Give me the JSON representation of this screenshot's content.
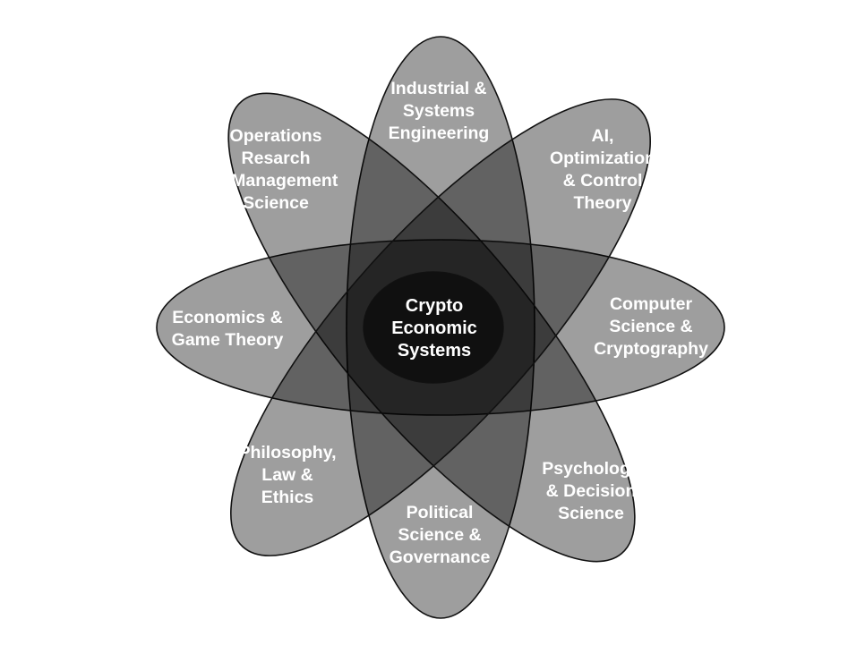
{
  "center": {
    "lines": [
      "Crypto",
      "Economic",
      "Systems"
    ]
  },
  "petals": [
    {
      "id": "industrial",
      "lines": [
        "Industrial &",
        "Systems",
        "Engineering"
      ]
    },
    {
      "id": "ai",
      "lines": [
        "AI,",
        "Optimization",
        "& Control",
        "Theory"
      ]
    },
    {
      "id": "computer-science",
      "lines": [
        "Computer",
        "Science &",
        "Cryptography"
      ]
    },
    {
      "id": "psychology",
      "lines": [
        "Psychology",
        "& Decision",
        "Science"
      ]
    },
    {
      "id": "political-science",
      "lines": [
        "Political",
        "Science &",
        "Governance"
      ]
    },
    {
      "id": "philosophy",
      "lines": [
        "Philosophy,",
        "Law &",
        "Ethics"
      ]
    },
    {
      "id": "economics",
      "lines": [
        "Economics &",
        "Game Theory"
      ]
    },
    {
      "id": "operations-research",
      "lines": [
        "Operations",
        "Resarch",
        "& Management",
        "Science"
      ]
    }
  ],
  "colors": {
    "background": "#ffffff",
    "petal_fill": "#000000",
    "outline": "#111111",
    "text": "#ffffff"
  }
}
